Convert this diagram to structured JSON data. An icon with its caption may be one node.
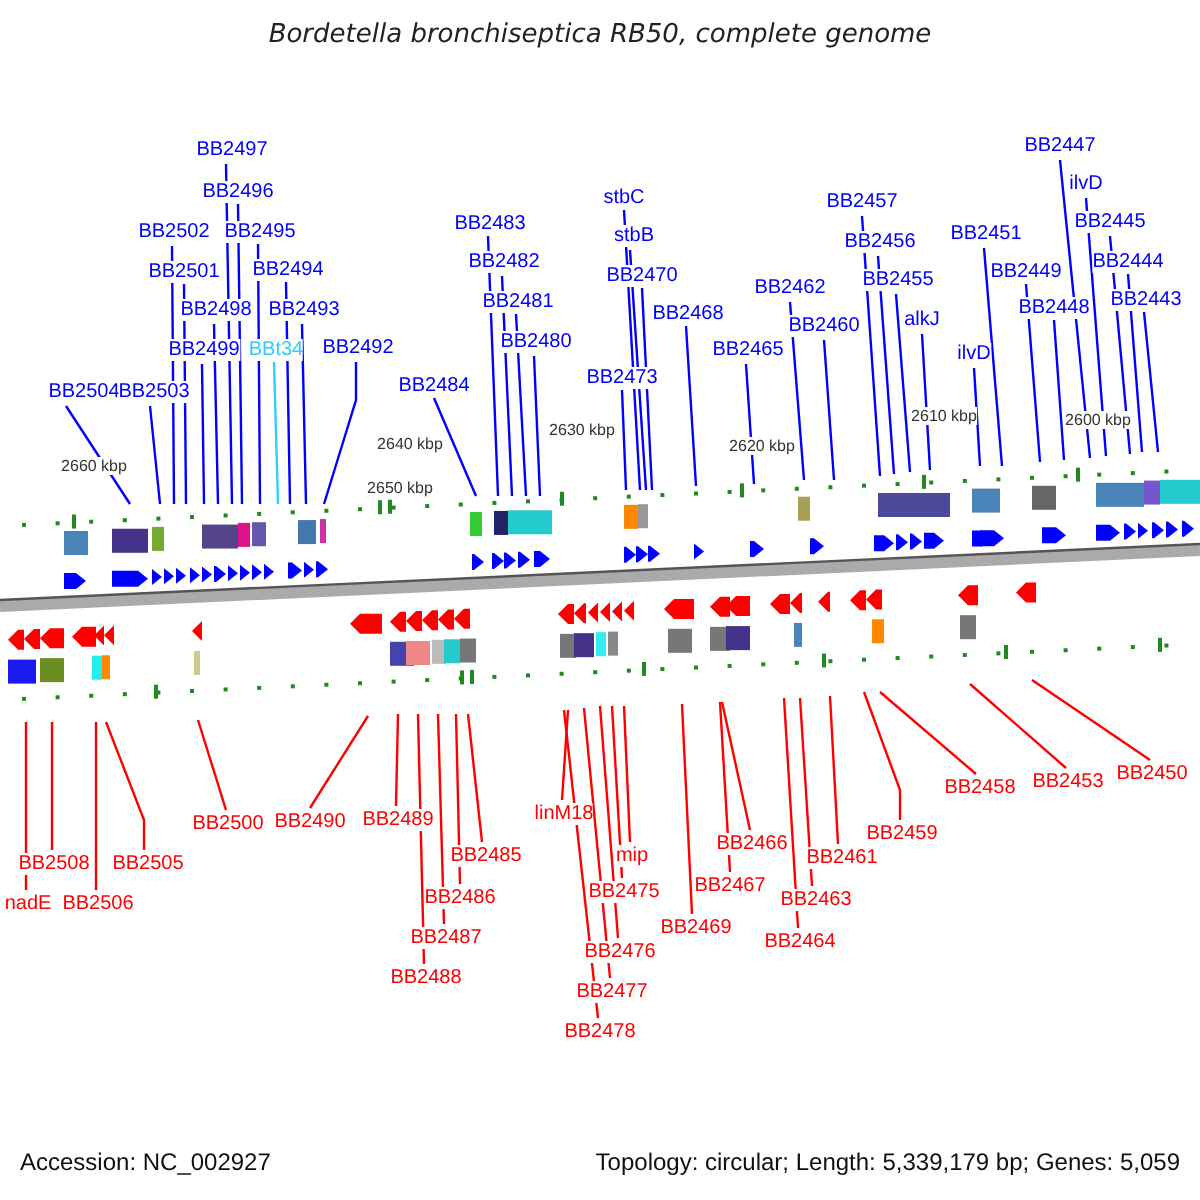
{
  "diagram": {
    "title": "Bordetella bronchiseptica RB50, complete genome",
    "nodes": [
      {
        "text": [
          "BB2504"
        ]
      },
      {
        "text": [
          "BB2503"
        ]
      },
      {
        "text": [
          "BB2502"
        ]
      },
      {
        "text": [
          "BB2501"
        ]
      },
      {
        "text": [
          "BB2499"
        ]
      },
      {
        "text": [
          "BB2498"
        ]
      },
      {
        "text": [
          "BB2497"
        ]
      },
      {
        "text": [
          "BB2496"
        ]
      },
      {
        "text": [
          "BB2495"
        ]
      },
      {
        "text": [
          "BBt34"
        ]
      },
      {
        "text": [
          "BB2494"
        ]
      },
      {
        "text": [
          "BB2493"
        ]
      },
      {
        "text": [
          "BB2492"
        ]
      },
      {
        "text": [
          "BB2484"
        ]
      },
      {
        "text": [
          "BB2483"
        ]
      },
      {
        "text": [
          "BB2482"
        ]
      },
      {
        "text": [
          "BB2481"
        ]
      },
      {
        "text": [
          "BB2480"
        ]
      },
      {
        "text": [
          "BB2473"
        ]
      },
      {
        "text": [
          "stbC"
        ]
      },
      {
        "text": [
          "stbB"
        ]
      },
      {
        "text": [
          "BB2470"
        ]
      },
      {
        "text": [
          "BB2468"
        ]
      },
      {
        "text": [
          "BB2465"
        ]
      },
      {
        "text": [
          "BB2462"
        ]
      },
      {
        "text": [
          "BB2460"
        ]
      },
      {
        "text": [
          "BB2457"
        ]
      },
      {
        "text": [
          "BB2456"
        ]
      },
      {
        "text": [
          "BB2455"
        ]
      },
      {
        "text": [
          "alkJ"
        ]
      },
      {
        "text": [
          "ilvD"
        ]
      },
      {
        "text": [
          "BB2451"
        ]
      },
      {
        "text": [
          "BB2449"
        ]
      },
      {
        "text": [
          "BB2448"
        ]
      },
      {
        "text": [
          "BB2447"
        ]
      },
      {
        "text": [
          "ilvD"
        ]
      },
      {
        "text": [
          "BB2445"
        ]
      },
      {
        "text": [
          "BB2444"
        ]
      },
      {
        "text": [
          "BB2443"
        ]
      },
      {
        "text": [
          "nadE"
        ]
      },
      {
        "text": [
          "BB2508"
        ]
      },
      {
        "text": [
          "BB2506"
        ]
      },
      {
        "text": [
          "BB2505"
        ]
      },
      {
        "text": [
          "BB2500"
        ]
      },
      {
        "text": [
          "BB2490"
        ]
      },
      {
        "text": [
          "BB2489"
        ]
      },
      {
        "text": [
          "BB2488"
        ]
      },
      {
        "text": [
          "BB2487"
        ]
      },
      {
        "text": [
          "BB2486"
        ]
      },
      {
        "text": [
          "BB2485"
        ]
      },
      {
        "text": [
          "linM18"
        ]
      },
      {
        "text": [
          "BB2478"
        ]
      },
      {
        "text": [
          "BB2477"
        ]
      },
      {
        "text": [
          "BB2476"
        ]
      },
      {
        "text": [
          "BB2475"
        ]
      },
      {
        "text": [
          "mip"
        ]
      },
      {
        "text": [
          "BB2469"
        ]
      },
      {
        "text": [
          "BB2467"
        ]
      },
      {
        "text": [
          "BB2466"
        ]
      },
      {
        "text": [
          "BB2464"
        ]
      },
      {
        "text": [
          "BB2463"
        ]
      },
      {
        "text": [
          "BB2461"
        ]
      },
      {
        "text": [
          "BB2459"
        ]
      },
      {
        "text": [
          "BB2458"
        ]
      },
      {
        "text": [
          "BB2453"
        ]
      },
      {
        "text": [
          "BB2450"
        ]
      }
    ],
    "edges": [
      {
        "from": 0,
        "to": null,
        "arrow": "none"
      },
      {
        "from": 1,
        "to": null,
        "arrow": "none"
      },
      {
        "from": 2,
        "to": null,
        "arrow": "none"
      },
      {
        "from": 3,
        "to": null,
        "arrow": "none"
      },
      {
        "from": 4,
        "to": null,
        "arrow": "none"
      },
      {
        "from": 5,
        "to": null,
        "arrow": "none"
      },
      {
        "from": 6,
        "to": null,
        "arrow": "none"
      },
      {
        "from": 7,
        "to": null,
        "arrow": "none"
      },
      {
        "from": 8,
        "to": null,
        "arrow": "none"
      },
      {
        "from": 9,
        "to": null,
        "arrow": "none",
        "color": "#33ccff"
      },
      {
        "from": 10,
        "to": null,
        "arrow": "none"
      },
      {
        "from": 11,
        "to": null,
        "arrow": "none"
      },
      {
        "from": 12,
        "to": null,
        "arrow": "none"
      },
      {
        "from": 13,
        "to": null,
        "arrow": "none"
      },
      {
        "from": 14,
        "to": null,
        "arrow": "none"
      },
      {
        "from": 15,
        "to": null,
        "arrow": "none"
      },
      {
        "from": 16,
        "to": null,
        "arrow": "none"
      },
      {
        "from": 17,
        "to": null,
        "arrow": "none"
      },
      {
        "from": 18,
        "to": null,
        "arrow": "none"
      },
      {
        "from": 19,
        "to": null,
        "arrow": "none"
      },
      {
        "from": 20,
        "to": null,
        "arrow": "none"
      },
      {
        "from": 21,
        "to": null,
        "arrow": "none"
      },
      {
        "from": 22,
        "to": null,
        "arrow": "none"
      },
      {
        "from": 23,
        "to": null,
        "arrow": "none"
      },
      {
        "from": 24,
        "to": null,
        "arrow": "none"
      },
      {
        "from": 25,
        "to": null,
        "arrow": "none"
      },
      {
        "from": 26,
        "to": null,
        "arrow": "none"
      },
      {
        "from": 27,
        "to": null,
        "arrow": "none"
      },
      {
        "from": 28,
        "to": null,
        "arrow": "none"
      },
      {
        "from": 29,
        "to": null,
        "arrow": "none"
      },
      {
        "from": 30,
        "to": null,
        "arrow": "none"
      },
      {
        "from": 31,
        "to": null,
        "arrow": "none"
      },
      {
        "from": 32,
        "to": null,
        "arrow": "none"
      },
      {
        "from": 33,
        "to": null,
        "arrow": "none"
      },
      {
        "from": 34,
        "to": null,
        "arrow": "none"
      },
      {
        "from": 35,
        "to": null,
        "arrow": "none"
      },
      {
        "from": 36,
        "to": null,
        "arrow": "none"
      },
      {
        "from": 37,
        "to": null,
        "arrow": "none"
      },
      {
        "from": 38,
        "to": null,
        "arrow": "none"
      },
      {
        "from": 39,
        "to": null,
        "arrow": "none",
        "color": "#ff0000"
      },
      {
        "from": 40,
        "to": null,
        "arrow": "none",
        "color": "#ff0000"
      },
      {
        "from": 41,
        "to": null,
        "arrow": "none",
        "color": "#ff0000"
      },
      {
        "from": 42,
        "to": null,
        "arrow": "none",
        "color": "#ff0000"
      },
      {
        "from": 43,
        "to": null,
        "arrow": "none",
        "color": "#ff0000"
      },
      {
        "from": 44,
        "to": null,
        "arrow": "none",
        "color": "#ff0000"
      },
      {
        "from": 45,
        "to": null,
        "arrow": "none",
        "color": "#ff0000"
      },
      {
        "from": 46,
        "to": null,
        "arrow": "none",
        "color": "#ff0000"
      },
      {
        "from": 47,
        "to": null,
        "arrow": "none",
        "color": "#ff0000"
      },
      {
        "from": 48,
        "to": null,
        "arrow": "none",
        "color": "#ff0000"
      },
      {
        "from": 49,
        "to": null,
        "arrow": "none",
        "color": "#ff0000"
      },
      {
        "from": 50,
        "to": null,
        "arrow": "none",
        "color": "#ff0000"
      },
      {
        "from": 51,
        "to": null,
        "arrow": "none",
        "color": "#ff0000"
      },
      {
        "from": 52,
        "to": null,
        "arrow": "none",
        "color": "#ff0000"
      },
      {
        "from": 53,
        "to": null,
        "arrow": "none",
        "color": "#ff0000"
      },
      {
        "from": 54,
        "to": null,
        "arrow": "none",
        "color": "#ff0000"
      },
      {
        "from": 55,
        "to": null,
        "arrow": "none",
        "color": "#ff0000"
      },
      {
        "from": 56,
        "to": null,
        "arrow": "none",
        "color": "#ff0000"
      },
      {
        "from": 57,
        "to": null,
        "arrow": "none",
        "color": "#ff0000"
      },
      {
        "from": 58,
        "to": null,
        "arrow": "none",
        "color": "#ff0000"
      },
      {
        "from": 59,
        "to": null,
        "arrow": "none",
        "color": "#ff0000"
      },
      {
        "from": 60,
        "to": null,
        "arrow": "none",
        "color": "#ff0000"
      },
      {
        "from": 61,
        "to": null,
        "arrow": "none",
        "color": "#ff0000"
      },
      {
        "from": 62,
        "to": null,
        "arrow": "none",
        "color": "#ff0000"
      },
      {
        "from": 63,
        "to": null,
        "arrow": "none",
        "color": "#ff0000"
      },
      {
        "from": 64,
        "to": null,
        "arrow": "none",
        "color": "#ff0000"
      },
      {
        "from": 65,
        "to": null,
        "arrow": "none",
        "color": "#ff0000"
      }
    ],
    "labels": [
      "2660 kbp",
      "2650 kbp",
      "2640 kbp",
      "2630 kbp",
      "2620 kbp",
      "2610 kbp",
      "2600 kbp",
      "Accession: NC_002927",
      "Topology: circular; Length: 5,339,179 bp; Genes: 5,059"
    ]
  }
}
